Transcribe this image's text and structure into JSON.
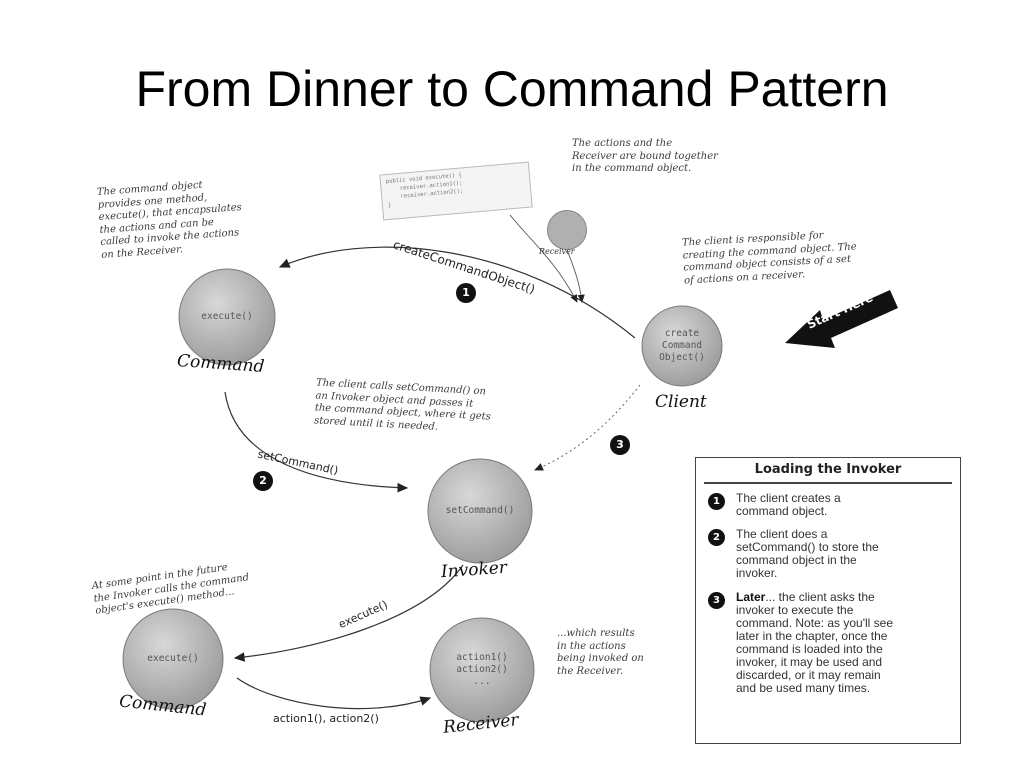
{
  "slide": {
    "title": "From Dinner to Command Pattern"
  },
  "diagram": {
    "notes": {
      "command_object": "The command object\nprovides one method,\nexecute(), that encapsulates\nthe actions and can be\ncalled to invoke the actions\non the Receiver.",
      "actions_bound": "The actions and the\nReceiver are bound together\nin the command object.",
      "client_responsible": "The client is responsible for\ncreating the command object. The\ncommand object consists of a set\nof actions on a receiver.",
      "client_calls": "The client calls setCommand() on\nan Invoker object and passes it\nthe command object, where it gets\nstored until it is needed.",
      "future_execute": "At some point in the future\nthe Invoker calls the command\nobject's execute() method...",
      "which_results": "...which results\nin the actions\nbeing invoked on\nthe Receiver."
    },
    "nodes": {
      "command_top": {
        "label": "Command",
        "text": "execute()"
      },
      "client": {
        "label": "Client",
        "text": "create\nCommand\nObject()"
      },
      "invoker": {
        "label": "Invoker",
        "text": "setCommand()"
      },
      "command_bottom": {
        "label": "Command",
        "text": "execute()"
      },
      "receiver": {
        "label": "Receiver",
        "text": "action1()\naction2()\n..."
      }
    },
    "arrows": {
      "create_command_object": "createCommandObject()",
      "set_command": "setCommand()",
      "execute": "execute()",
      "actions": "action1(), action2()"
    },
    "steps": [
      "1",
      "2",
      "3"
    ],
    "code_card": "public void execute() {\n    receiver.action1();\n    receiver.action2();\n}",
    "receiver_mini": "Receiver",
    "start_here": "Start Here"
  },
  "legend": {
    "title": "Loading the Invoker",
    "items": [
      {
        "badge": "1",
        "text": "The client creates a command object."
      },
      {
        "badge": "2",
        "text": "The client does a setCommand() to store the command object in the invoker."
      },
      {
        "badge": "3",
        "lead": "Later",
        "text": "... the client asks the invoker to execute the command. Note: as you'll see later in the chapter, once the command is loaded into the invoker, it may be used and discarded, or it may remain and be used many times."
      }
    ]
  },
  "colors": {
    "circle_fill": "#b5b5b5",
    "circle_stroke": "#7a7a7a",
    "badge": "#111111"
  }
}
